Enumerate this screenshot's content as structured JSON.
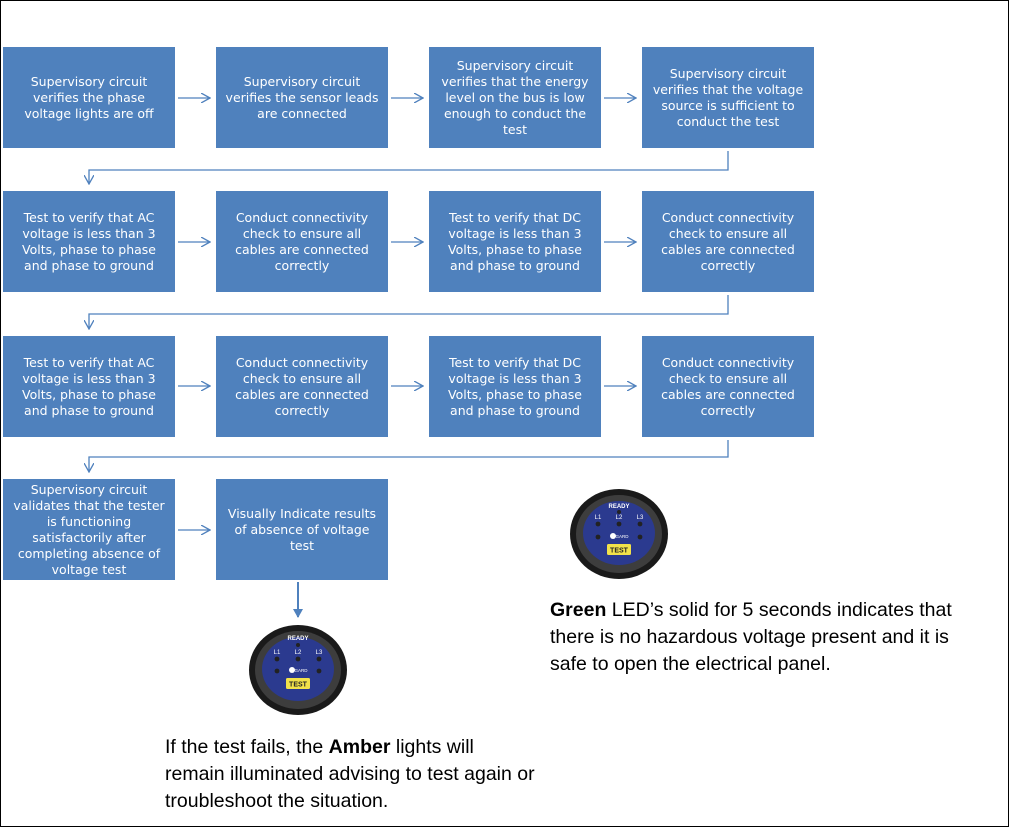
{
  "flow": {
    "row1": [
      "Supervisory circuit verifies the phase voltage lights are off",
      "Supervisory circuit verifies the sensor leads are connected",
      "Supervisory circuit  verifies that the energy level on the bus is low enough to conduct the test",
      "Supervisory circuit verifies that the voltage source is sufficient to conduct the test"
    ],
    "row2": [
      "Test to verify that AC voltage is less than 3 Volts, phase to phase and phase to ground",
      "Conduct connectivity check to ensure all cables are connected correctly",
      "Test to verify that DC voltage is less than 3 Volts, phase to phase and phase to ground",
      "Conduct connectivity check to ensure all cables are connected correctly"
    ],
    "row3": [
      "Test to verify that AC voltage is less than 3 Volts, phase to phase and phase to ground",
      "Conduct connectivity check to ensure all cables are connected correctly",
      "Test to verify that DC voltage is less than 3 Volts, phase to phase and phase to ground",
      "Conduct connectivity check to ensure all cables are connected correctly"
    ],
    "row4": [
      "Supervisory circuit validates that the tester is functioning satisfactorily after completing absence of voltage test",
      "Visually Indicate results of absence of voltage test"
    ]
  },
  "device": {
    "ready_label": "READY",
    "led_labels": [
      "L1",
      "L2",
      "L3"
    ],
    "logo_text": "GARD",
    "test_button": "TEST"
  },
  "captions": {
    "green": {
      "bold": "Green",
      "rest": " LED’s solid for 5 seconds indicates that there is no hazardous voltage present and it is safe to open the electrical panel."
    },
    "amber": {
      "pre": "If the test fails, the ",
      "bold": "Amber",
      "rest": " lights will remain illuminated advising to test again or troubleshoot the situation."
    }
  },
  "colors": {
    "box_fill": "#4f81bd",
    "arrow": "#4f81bd",
    "device_face": "#2b3a8f",
    "test_button": "#f2e24a"
  }
}
